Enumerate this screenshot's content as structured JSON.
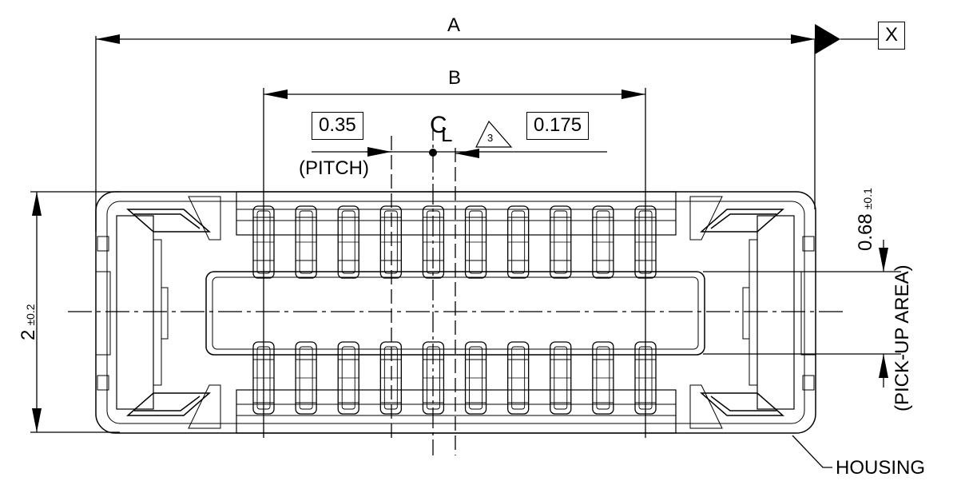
{
  "dimensions": {
    "overall_length": "A",
    "terminal_span": "B",
    "pitch_value": "0.35",
    "pitch_label": "(PITCH)",
    "offset_value": "0.175",
    "note_number": "3",
    "datum": "X",
    "width_value": "2",
    "width_tolerance": "±0.2",
    "pickup_value": "0.68",
    "pickup_tolerance": "±0.1",
    "pickup_label": "(PICK-UP AREA)",
    "centerline_symbol": "C",
    "centerline_sub": "L"
  },
  "callouts": {
    "housing": "HOUSING"
  },
  "terminals": {
    "per_row": 10,
    "rows": 2
  }
}
